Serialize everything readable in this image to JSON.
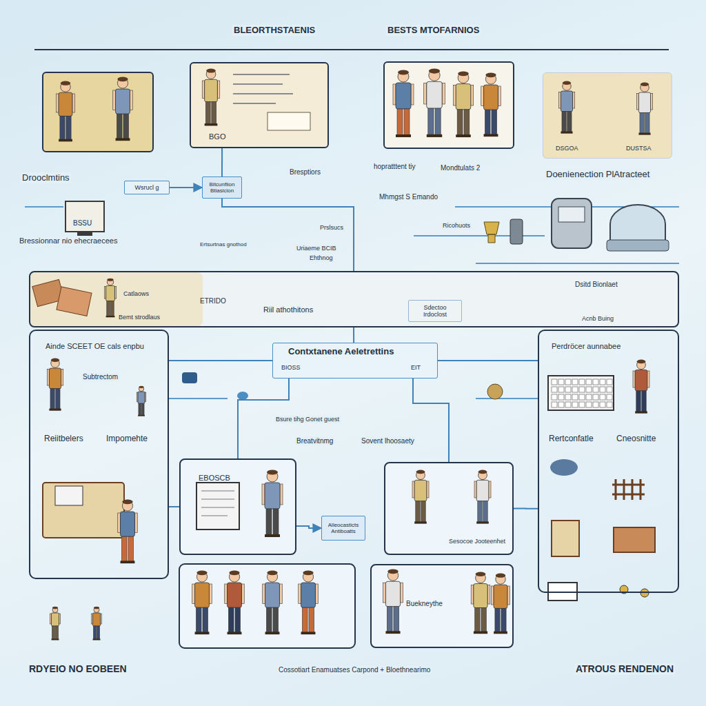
{
  "diagram": {
    "nodes": [
      {
        "text": [
          "BGO"
        ]
      },
      {
        "text": [
          "DSGOA",
          "DUSTSA"
        ]
      },
      {
        "text": [
          "Wsrucl g"
        ]
      },
      {
        "text": [
          "Bitcunflion Btiasicion"
        ]
      },
      {
        "text": [
          "Catlaows",
          "Bemt strodlaus",
          "ETRIDO",
          "Riil athothitons",
          "Dsitd Bionlaet",
          "Acnb Buing"
        ]
      },
      {
        "text": [
          "Sdectoo",
          "Irdoclost"
        ],
        "in": 4
      },
      {
        "text": [
          "Contxtanene Aeletrettins",
          "BIOSS",
          "EIT"
        ]
      },
      {
        "text": [
          "Ainde SCEET OE cals enpbu",
          "Reiitbelers",
          "Impomehte"
        ]
      },
      {
        "text": [
          "Perdröcer aunnabee",
          "Rertconfatle",
          "Cneosnitte"
        ]
      },
      {
        "text": [
          "EBOSCB"
        ]
      },
      {
        "text": [
          "Alleocasticts Antiboatts"
        ]
      },
      {
        "text": [
          "Sesocoe Jooteenhet"
        ]
      },
      {
        "text": [
          "Buekneythe"
        ]
      }
    ],
    "edges": [
      {
        "from": 2,
        "to": 3,
        "arrow": "to"
      },
      {
        "from": 0,
        "to": 3,
        "arrow": "none"
      },
      {
        "from": 3,
        "to": 4,
        "arrow": "none"
      },
      {
        "from": 4,
        "to": 6,
        "arrow": "none"
      },
      {
        "from": 6,
        "to": 7,
        "arrow": "none"
      },
      {
        "from": 6,
        "to": 8,
        "arrow": "none"
      },
      {
        "from": 6,
        "to": 9,
        "arrow": "none"
      },
      {
        "from": 6,
        "to": 11,
        "arrow": "none"
      },
      {
        "from": 7,
        "to": 9,
        "arrow": "none"
      },
      {
        "from": 9,
        "to": 10,
        "arrow": "to"
      },
      {
        "from": 11,
        "to": 8,
        "arrow": "none"
      }
    ],
    "labels": [
      "BLEORTHSTAENIS",
      "BESTS MTOFARNIOS",
      "Drooclmtins",
      "Bressionnar nio ehecraecees",
      "BSSU",
      "Bresptiors",
      "hopratttent tiy",
      "Mondtulats 2",
      "Doenienection PlAtracteet",
      "Mhmgst S Emando",
      "Ertsurtnas gnothod",
      "Prslsucs",
      "Ricohuots",
      "Uriaeme BCIB",
      "Ehthnog",
      "Subtrectom",
      "Bsure tihg Gonet guest",
      "Breatvitnmg",
      "Sovent lhoosaety",
      "RDYEIO NO EOBEEN",
      "Cossotiart Enamuatses Carpond + Bloethnearimo",
      "ATROUS RENDENON"
    ]
  }
}
